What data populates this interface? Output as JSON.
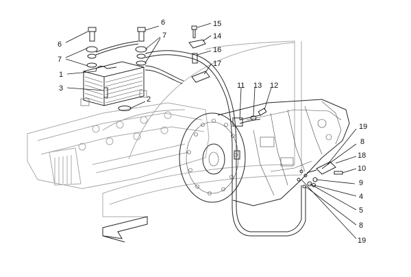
{
  "callouts": [
    {
      "id": "c6a",
      "text": "6"
    },
    {
      "id": "c6b",
      "text": "6"
    },
    {
      "id": "c7a",
      "text": "7"
    },
    {
      "id": "c7b",
      "text": "7"
    },
    {
      "id": "c1",
      "text": "1"
    },
    {
      "id": "c3",
      "text": "3"
    },
    {
      "id": "c2",
      "text": "2"
    },
    {
      "id": "c15",
      "text": "15"
    },
    {
      "id": "c14",
      "text": "14"
    },
    {
      "id": "c16",
      "text": "16"
    },
    {
      "id": "c17",
      "text": "17"
    },
    {
      "id": "c11",
      "text": "11"
    },
    {
      "id": "c13",
      "text": "13"
    },
    {
      "id": "c12",
      "text": "12"
    },
    {
      "id": "c19a",
      "text": "19"
    },
    {
      "id": "c8a",
      "text": "8"
    },
    {
      "id": "c18",
      "text": "18"
    },
    {
      "id": "c10",
      "text": "10"
    },
    {
      "id": "c9",
      "text": "9"
    },
    {
      "id": "c4",
      "text": "4"
    },
    {
      "id": "c5",
      "text": "5"
    },
    {
      "id": "c8b",
      "text": "8"
    },
    {
      "id": "c19b",
      "text": "19"
    }
  ],
  "colors": {
    "ink": "#111111",
    "ghost": "#a8a8a8",
    "paper": "#ffffff"
  }
}
